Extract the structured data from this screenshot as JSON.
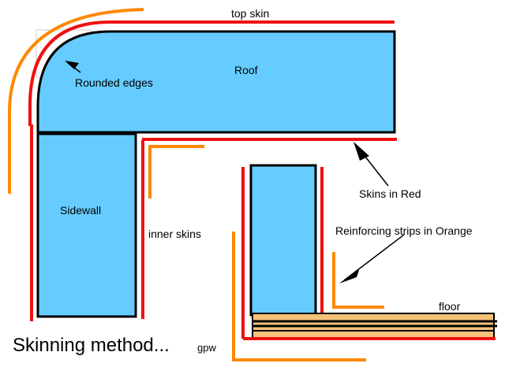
{
  "labels": {
    "top_skin": "top skin",
    "roof": "Roof",
    "rounded_edges": "Rounded edges",
    "sidewall": "Sidewall",
    "inner_skins": "inner skins",
    "skins_in_red": "Skins in Red",
    "reinforcing": "Reinforcing strips in Orange",
    "floor": "floor",
    "title": "Skinning method...",
    "signature": "gpw"
  },
  "colors": {
    "panel_fill": "#66ccff",
    "outline": "#000000",
    "skin": "#ee1111",
    "reinforce": "#ff8800",
    "floor_fill": "#f5c27a"
  }
}
